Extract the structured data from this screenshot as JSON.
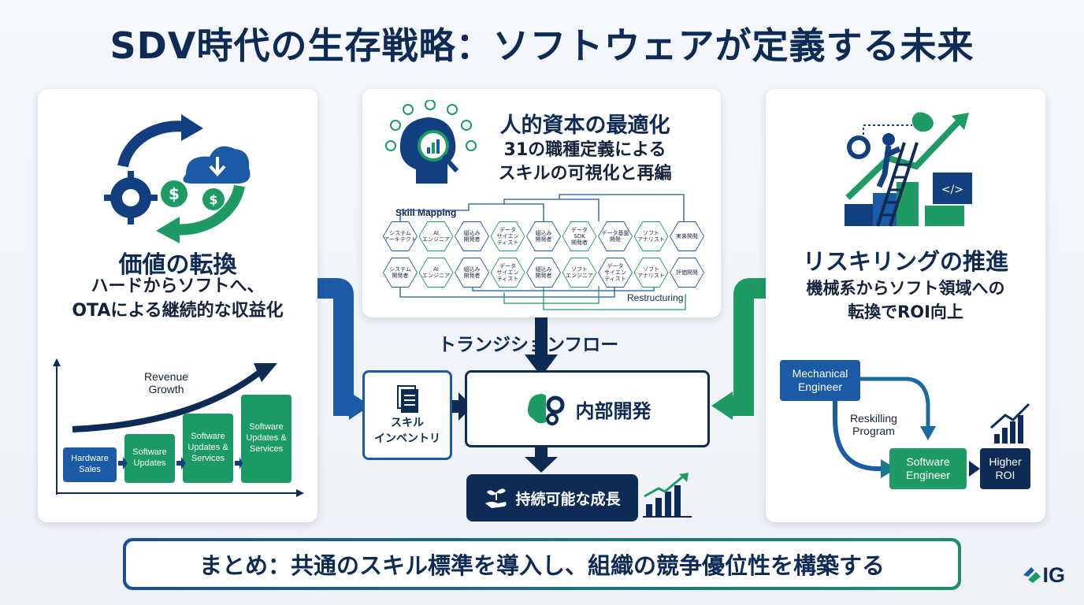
{
  "title": "SDV時代の生存戦略：ソフトウェアが定義する未来",
  "left": {
    "heading": "価値の転換",
    "sub1": "ハードからソフトへ、",
    "sub2": "OTAによる継続的な収益化",
    "revenue_label_1": "Revenue",
    "revenue_label_2": "Growth",
    "steps": [
      {
        "l1": "Hardware",
        "l2": "Sales"
      },
      {
        "l1": "Software",
        "l2": "Updates"
      },
      {
        "l1": "Software",
        "l2": "Updates &",
        "l3": "Services"
      },
      {
        "l1": "Software",
        "l2": "Updates &",
        "l3": "Services"
      }
    ]
  },
  "middle": {
    "heading": "人的資本の最適化",
    "sub1": "31の職種定義による",
    "sub2": "スキルの可視化と再編",
    "skill_mapping": "Skill Mapping",
    "restructuring": "Restructuring",
    "row1": [
      "システム\nアーキテクト",
      "AI\nエンジニア",
      "組込み\n開発者",
      "データ\nサイエン\nティスト",
      "組込み\n開発者",
      "データ\nSDK\n開発者",
      "データ基盤\n開発",
      "ソフト\nアナリスト",
      "実装開発"
    ],
    "row2": [
      "システム\n開発者",
      "AI\nエンジニア",
      "組込み\n開発者",
      "データ\nサイエン\nティスト",
      "組込み\n開発者",
      "ソフト\nエンジニア",
      "データ\nサイエン\nティスト",
      "ソフト\nアナリスト",
      "評価開発"
    ]
  },
  "right": {
    "heading": "リスキリングの推進",
    "sub1": "機械系からソフト領域への",
    "sub2": "転換でROI向上",
    "mech_1": "Mechanical",
    "mech_2": "Engineer",
    "reskill_1": "Reskilling",
    "reskill_2": "Program",
    "soft_1": "Software",
    "soft_2": "Engineer",
    "roi_1": "Higher",
    "roi_2": "ROI"
  },
  "flow": {
    "label": "トランジションフロー",
    "inventory_1": "スキル",
    "inventory_2": "インベントリ",
    "internal_dev": "内部開発",
    "growth": "持続可能な成長"
  },
  "footer": "まとめ：共通のスキル標準を導入し、組織の競争優位性を構築する",
  "logo": "IG",
  "colors": {
    "navy": "#0e2b55",
    "blue": "#1b5aa5",
    "green": "#1e9a63",
    "teal": "#1d8f6a"
  }
}
